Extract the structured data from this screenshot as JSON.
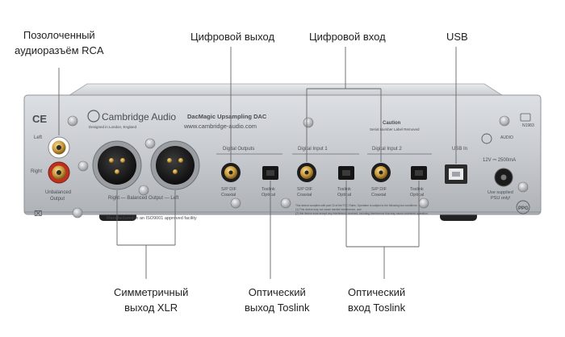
{
  "callouts": {
    "rca_line1": "Позолоченный",
    "rca_line2": "аудиоразъём RCA",
    "digital_out": "Цифровой выход",
    "digital_in": "Цифровой вход",
    "usb": "USB",
    "xlr_line1": "Симметричный",
    "xlr_line2": "выход XLR",
    "toslink_out_line1": "Оптический",
    "toslink_out_line2": "выход Toslink",
    "toslink_in_line1": "Оптический",
    "toslink_in_line2": "вход Toslink"
  },
  "panel": {
    "brand": "Cambridge Audio",
    "brand_sub": "Designed in London, England",
    "model": "DacMagic Upsampling DAC",
    "website": "www.cambridge-audio.com",
    "left_label": "Left",
    "right_label": "Right",
    "unbalanced": "Unbalanced",
    "output": "Output",
    "balanced": "Right — Balanced Output — Left",
    "manufactured": "Manufactured in an ISO9001 approved facility",
    "digital_outputs": "Digital Outputs",
    "digital_input_1": "Digital Input 1",
    "digital_input_2": "Digital Input 2",
    "spdif": "S/P DIF",
    "coaxial": "Coaxial",
    "toslink": "Toslink",
    "optical": "Optical",
    "caution": "Caution",
    "caution_sub": "Serial Number Label Removed",
    "usb_in": "USB In",
    "power": "12V ⎓ 2500mA",
    "psu_line1": "Use supplied",
    "psu_line2": "PSU only!",
    "fcc_line1": "This device complies with part 15 of the FCC Rules. Operation is subject to the following two conditions:",
    "fcc_line2": "(1) This device may not cause harmful interference, and",
    "fcc_line3": "(2) this device must accept any interference received, including interference that may cause undesired operation.",
    "ce": "CE",
    "n_mark": "N1983",
    "ppg": "PPG",
    "audio_stamp": "AUDIO"
  },
  "colors": {
    "panel_top": "#d3d6da",
    "panel_bottom": "#b3b7bc",
    "accent_red": "#c0301e",
    "gold": "#c9a24a",
    "label_text": "#4a4d52",
    "leader_line": "#666666"
  }
}
